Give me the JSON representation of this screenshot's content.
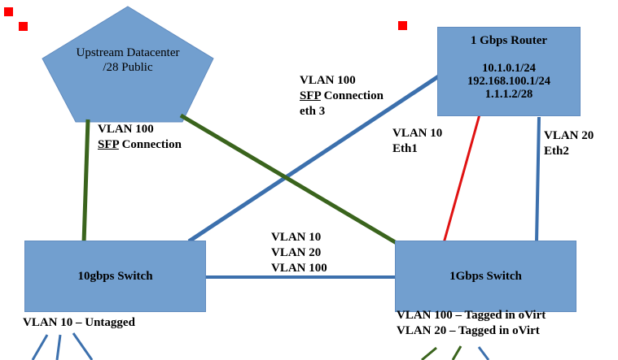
{
  "colors": {
    "shape_fill": "#729FCF",
    "shape_border": "#628CBF",
    "green_link": "#3A641D",
    "blue_link": "#3C70AD",
    "red_link": "#E01212",
    "marker_red": "#FF0000"
  },
  "nodes": {
    "datacenter": {
      "line1": "Upstream Datacenter",
      "line2": "/28 Public"
    },
    "router": {
      "title": "1 Gbps Router",
      "ip1": "10.1.0.1/24",
      "ip2": "192.168.100.1/24",
      "ip3": "1.1.1.2/28"
    },
    "switch_left": {
      "label": "10gbps Switch"
    },
    "switch_right": {
      "label": "1Gbps Switch"
    }
  },
  "edge_labels": {
    "sfp_left": {
      "vlan": "VLAN 100",
      "sfp": "SFP",
      "conn": "Connection"
    },
    "sfp_cross": {
      "vlan": "VLAN 100",
      "sfp": "SFP",
      "conn": "Connection",
      "eth": "eth 3"
    },
    "vlan10_eth1": {
      "line1": "VLAN 10",
      "line2": "Eth1"
    },
    "vlan20_eth2": {
      "line1": "VLAN 20",
      "line2": "Eth2"
    },
    "trunk": {
      "line1": "VLAN 10",
      "line2": "VLAN 20",
      "line3": "VLAN 100"
    }
  },
  "notes": {
    "left": "VLAN 10 – Untagged",
    "right_line1": "VLAN 100 – Tagged in oVirt",
    "right_line2": "VLAN 20 – Tagged in oVirt"
  }
}
